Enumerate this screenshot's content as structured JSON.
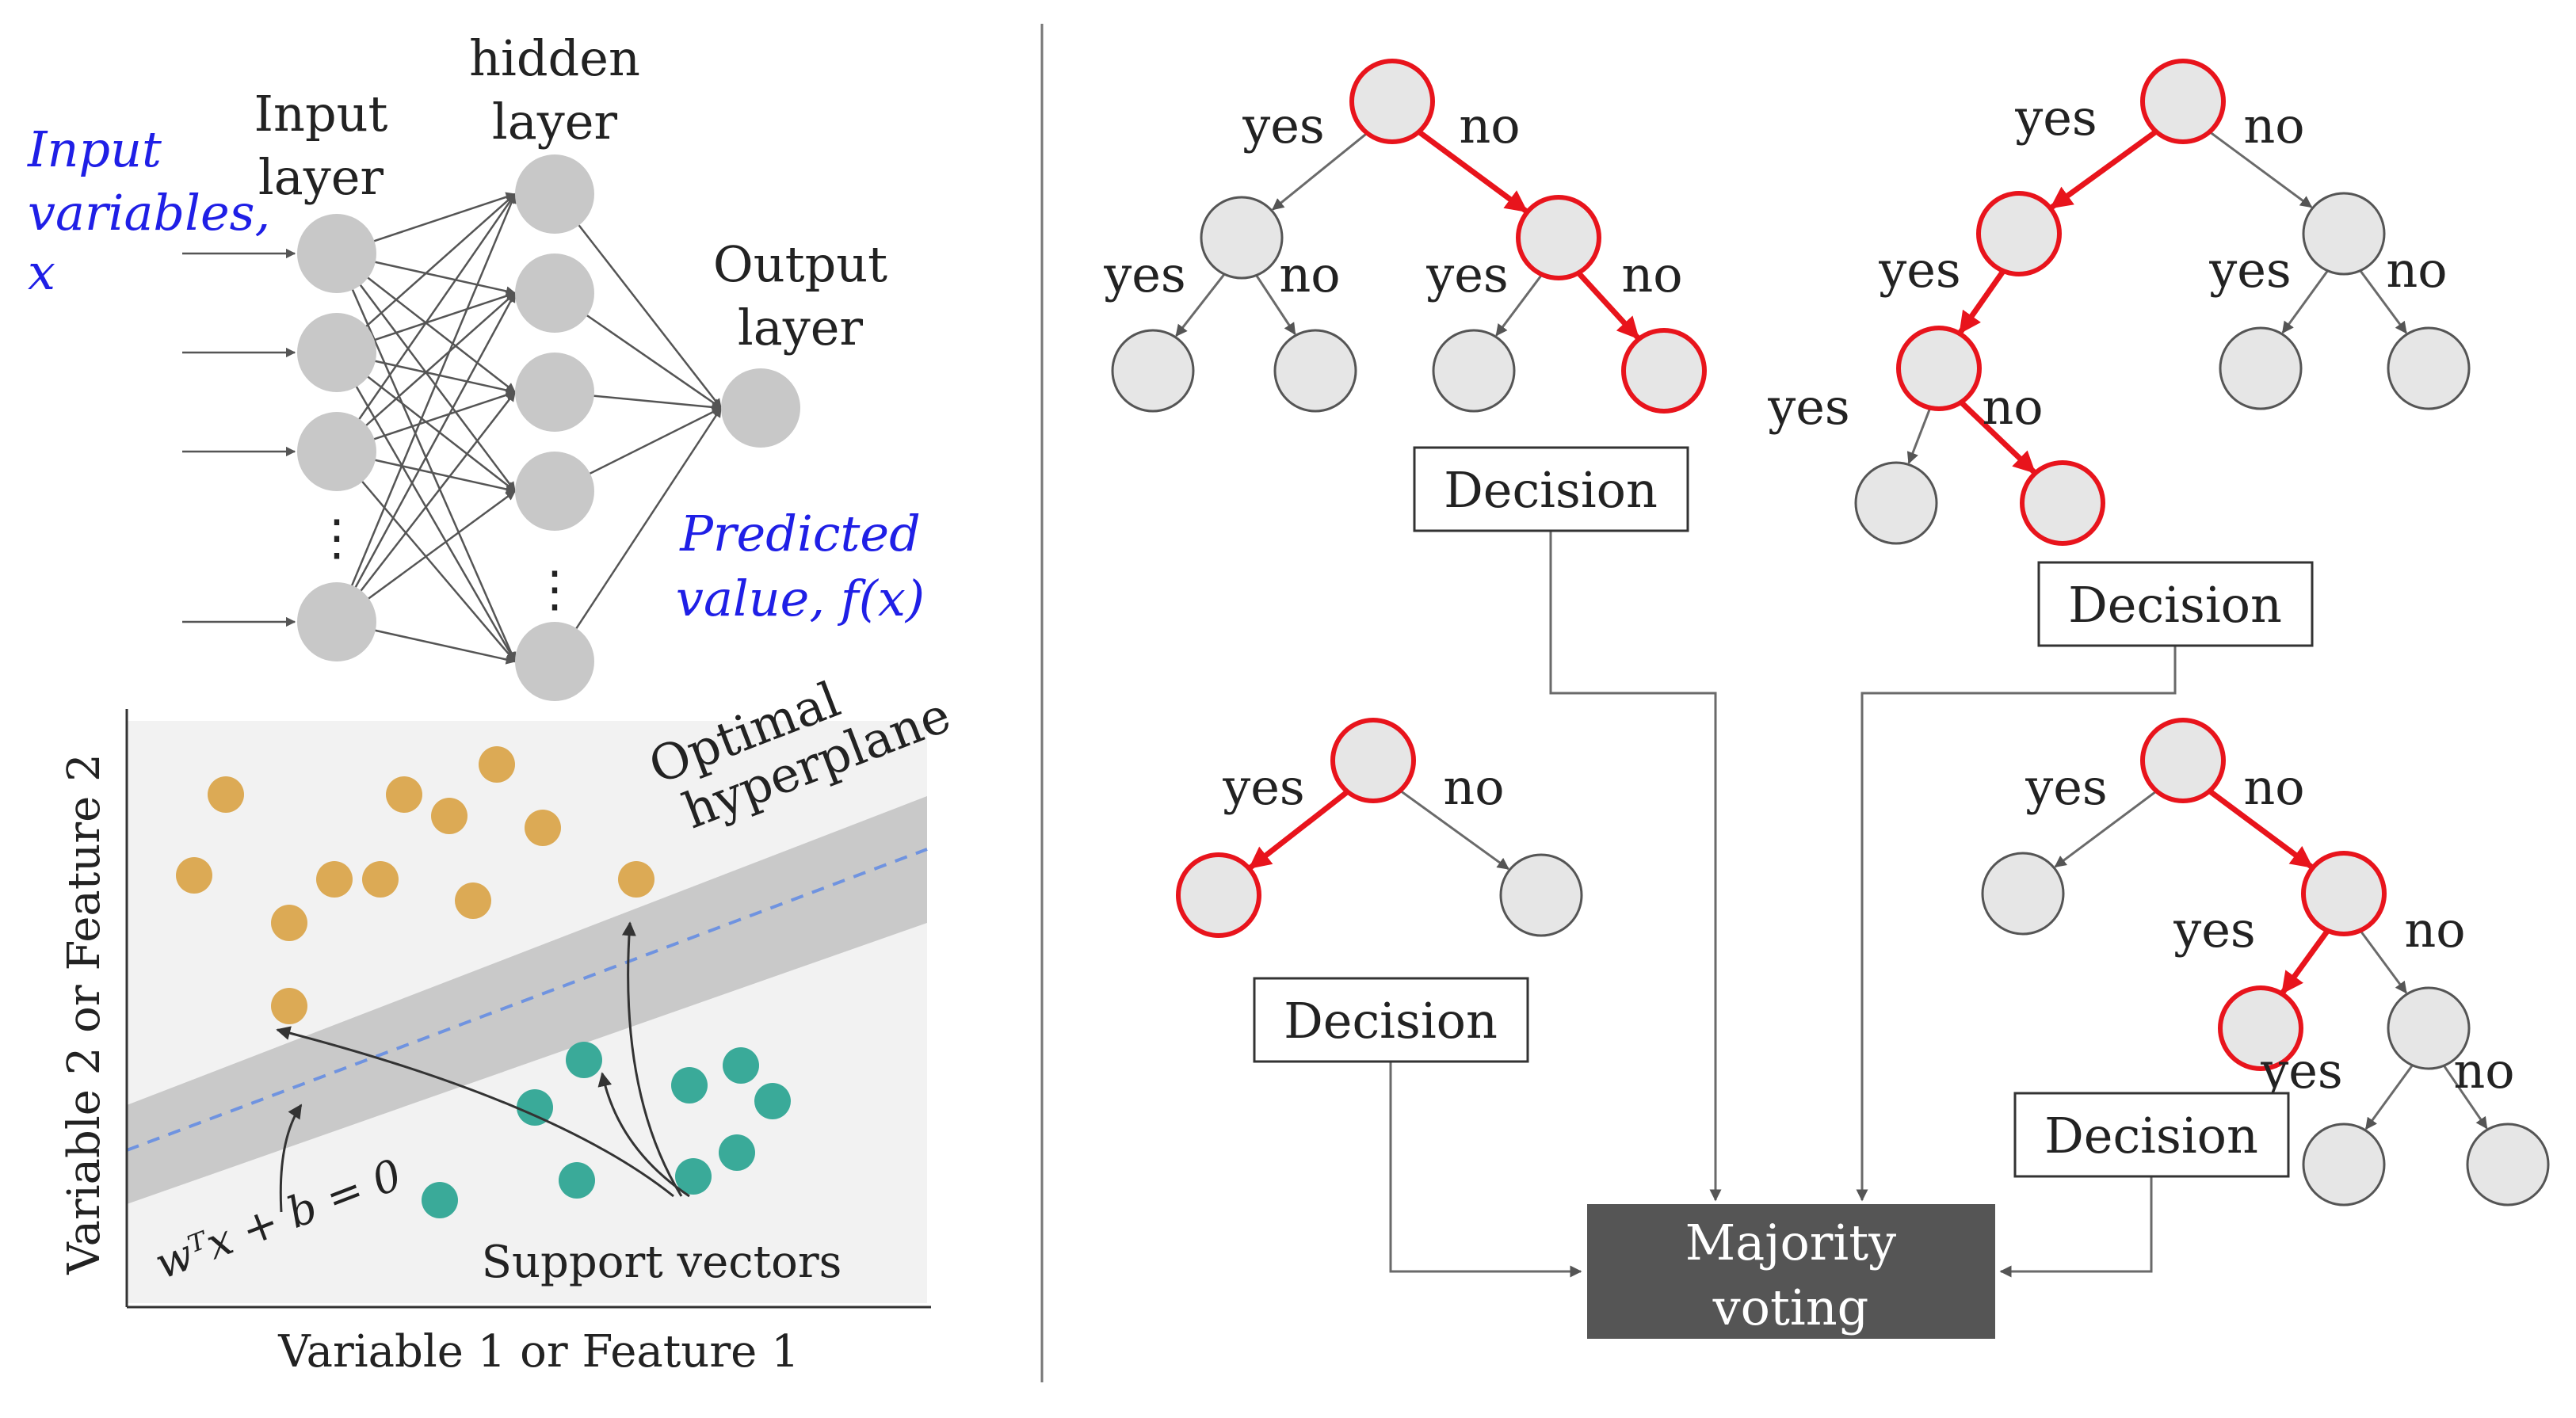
{
  "colors": {
    "node_fill": "#e6e6e6",
    "node_stroke": "#555555",
    "path_red": "#e8141c",
    "link_gray": "#6a6a6a",
    "nn_node": "#c8c8c8",
    "annotation_blue": "#1f1fe6",
    "svm_class_a": "#dcaa55",
    "svm_class_b": "#3aaa99",
    "svm_margin": "#c9c9c9",
    "svm_bg": "#f2f2f2",
    "vote_box": "#555555"
  },
  "neural_network": {
    "input_variables": "Input variables,",
    "input_symbol": "x",
    "input_layer": "Input layer",
    "hidden_layer": "hidden layer",
    "output_layer": "Output layer",
    "predicted": "Predicted value, f(x)"
  },
  "svm": {
    "label": "Optimal hyperplane",
    "equation": "wᵀx + b = 0",
    "support_vectors": "Support vectors",
    "xlabel": "Variable 1 or Feature 1",
    "ylabel": "Variable 2 or Feature 2"
  },
  "random_forest": {
    "yes": "yes",
    "no": "no",
    "decision": "Decision",
    "majority_voting": "Majority voting"
  }
}
